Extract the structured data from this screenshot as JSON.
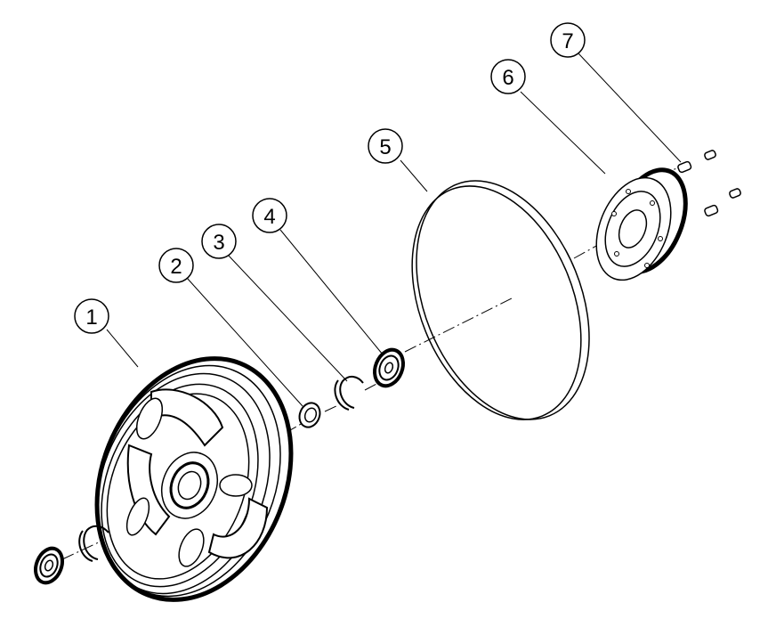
{
  "diagram": {
    "callouts": [
      {
        "label": "1"
      },
      {
        "label": "2"
      },
      {
        "label": "3"
      },
      {
        "label": "4"
      },
      {
        "label": "5"
      },
      {
        "label": "6"
      },
      {
        "label": "7"
      }
    ]
  }
}
